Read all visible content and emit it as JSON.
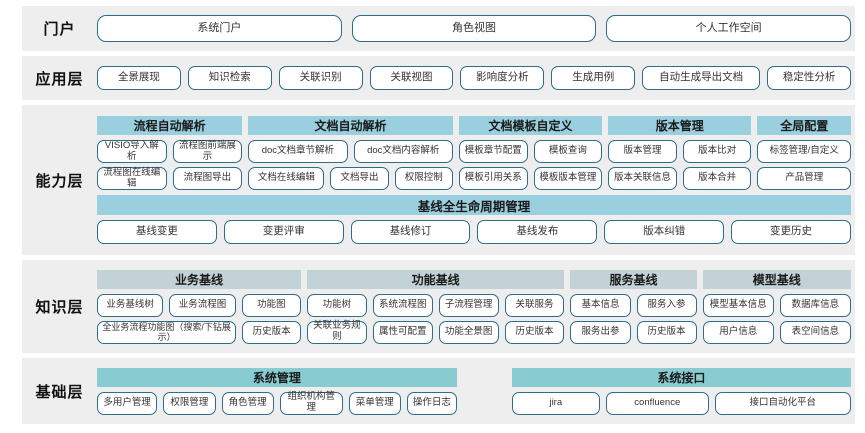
{
  "colors": {
    "band_bg": "#eeeeee",
    "pill_border": "#2e6c89",
    "header_blue": "#9acfe0",
    "header_grey": "#c3d2d6",
    "header_teal": "#88ccd2",
    "text": "#333333"
  },
  "layers": [
    {
      "id": "portal",
      "label": "门户",
      "items": [
        "系统门户",
        "角色视图",
        "个人工作空间"
      ]
    },
    {
      "id": "application",
      "label": "应用层",
      "items": [
        "全景展现",
        "知识检索",
        "关联识别",
        "关联视图",
        "影响度分析",
        "生成用例",
        "自动生成导出文档",
        "稳定性分析"
      ]
    },
    {
      "id": "capability",
      "label": "能力层",
      "groups": [
        {
          "title": "流程自动解析",
          "rows": [
            [
              "VISIO导入解析",
              "流程图前端展示"
            ],
            [
              "流程图在线编辑",
              "流程图导出"
            ]
          ]
        },
        {
          "title": "文档自动解析",
          "rows": [
            [
              "doc文档章节解析",
              "doc文档内容解析"
            ],
            [
              "文档在线编辑",
              "文档导出",
              "权限控制"
            ]
          ]
        },
        {
          "title": "文档模板自定义",
          "rows": [
            [
              "模板章节配置",
              "模板查询"
            ],
            [
              "模板引用关系",
              "模板版本管理"
            ]
          ]
        },
        {
          "title": "版本管理",
          "rows": [
            [
              "版本管理",
              "版本比对"
            ],
            [
              "版本关联信息",
              "版本合并"
            ]
          ]
        },
        {
          "title": "全局配置",
          "rows": [
            [
              "标签管理/自定义"
            ],
            [
              "产品管理"
            ]
          ]
        }
      ],
      "lifecycle": {
        "title": "基线全生命周期管理",
        "items": [
          "基线变更",
          "变更评审",
          "基线修订",
          "基线发布",
          "版本纠错",
          "变更历史"
        ]
      }
    },
    {
      "id": "knowledge",
      "label": "知识层",
      "groups": [
        {
          "title": "业务基线",
          "rows": [
            [
              "业务基线树",
              "业务流程图",
              "功能图"
            ],
            [
              "全业务流程功能图（搜索/下钻展示）",
              "历史版本"
            ]
          ]
        },
        {
          "title": "功能基线",
          "rows": [
            [
              "功能树",
              "系统流程图",
              "子流程管理",
              "关联服务"
            ],
            [
              "关联业务规则",
              "属性可配置",
              "功能全景图",
              "历史版本"
            ]
          ]
        },
        {
          "title": "服务基线",
          "rows": [
            [
              "基本信息",
              "服务入参"
            ],
            [
              "服务出参",
              "历史版本"
            ]
          ]
        },
        {
          "title": "模型基线",
          "rows": [
            [
              "模型基本信息",
              "数据库信息"
            ],
            [
              "用户信息",
              "表空间信息"
            ]
          ]
        }
      ]
    },
    {
      "id": "base",
      "label": "基础层",
      "groups": [
        {
          "title": "系统管理",
          "rows": [
            [
              "多用户管理",
              "权限管理",
              "角色管理",
              "组织机构管理",
              "菜单管理",
              "操作日志"
            ]
          ]
        },
        {
          "title": "系统接口",
          "rows": [
            [
              "jira",
              "confluence",
              "接口自动化平台"
            ]
          ]
        }
      ]
    }
  ]
}
